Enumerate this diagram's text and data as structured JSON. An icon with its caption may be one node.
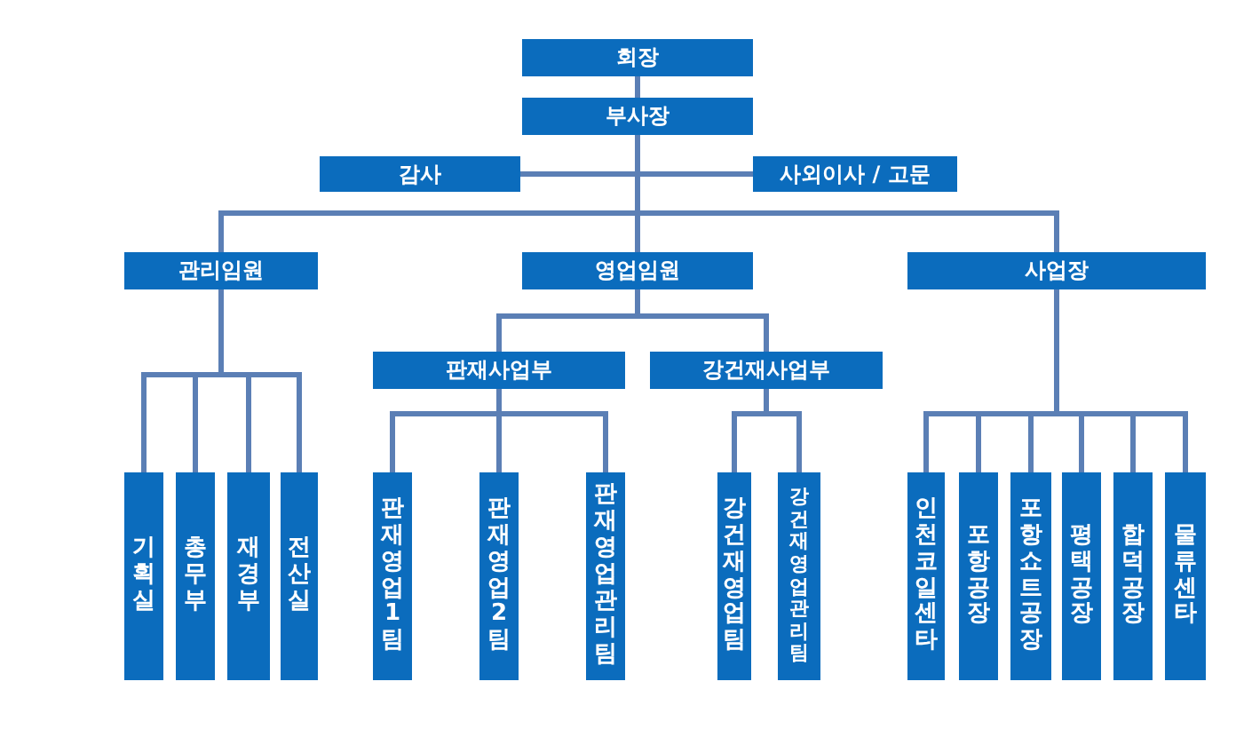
{
  "diagram": {
    "nodes": [
      {
        "text": [
          "회장"
        ]
      },
      {
        "text": [
          "부사장"
        ]
      },
      {
        "text": [
          "감사"
        ]
      },
      {
        "text": [
          "사외이사 / 고문"
        ]
      },
      {
        "text": [
          "관리임원"
        ]
      },
      {
        "text": [
          "영업임원"
        ]
      },
      {
        "text": [
          "사업장"
        ]
      },
      {
        "text": [
          "판재사업부"
        ]
      },
      {
        "text": [
          "강건재사업부"
        ]
      },
      {
        "text": [
          "기획실"
        ]
      },
      {
        "text": [
          "총무부"
        ]
      },
      {
        "text": [
          "재경부"
        ]
      },
      {
        "text": [
          "전산실"
        ]
      },
      {
        "text": [
          "판재영업1팀"
        ]
      },
      {
        "text": [
          "판재영업2팀"
        ]
      },
      {
        "text": [
          "판재영업관리팀"
        ]
      },
      {
        "text": [
          "강건재영업팀"
        ]
      },
      {
        "text": [
          "강건재영업관리팀"
        ]
      },
      {
        "text": [
          "인천코일센타"
        ]
      },
      {
        "text": [
          "포항공장"
        ]
      },
      {
        "text": [
          "포항쇼트공장"
        ]
      },
      {
        "text": [
          "평택공장"
        ]
      },
      {
        "text": [
          "합덕공장"
        ]
      },
      {
        "text": [
          "물류센타"
        ]
      }
    ],
    "edges": [
      {
        "from": 0,
        "to": 1,
        "arrow": "none"
      },
      {
        "from": 1,
        "to": 2,
        "arrow": "none"
      },
      {
        "from": 1,
        "to": 3,
        "arrow": "none"
      },
      {
        "from": 1,
        "to": 4,
        "arrow": "none"
      },
      {
        "from": 1,
        "to": 5,
        "arrow": "none"
      },
      {
        "from": 1,
        "to": 6,
        "arrow": "none"
      },
      {
        "from": 4,
        "to": 9,
        "arrow": "none"
      },
      {
        "from": 4,
        "to": 10,
        "arrow": "none"
      },
      {
        "from": 4,
        "to": 11,
        "arrow": "none"
      },
      {
        "from": 4,
        "to": 12,
        "arrow": "none"
      },
      {
        "from": 5,
        "to": 7,
        "arrow": "none"
      },
      {
        "from": 5,
        "to": 8,
        "arrow": "none"
      },
      {
        "from": 7,
        "to": 13,
        "arrow": "none"
      },
      {
        "from": 7,
        "to": 14,
        "arrow": "none"
      },
      {
        "from": 7,
        "to": 15,
        "arrow": "none"
      },
      {
        "from": 8,
        "to": 16,
        "arrow": "none"
      },
      {
        "from": 8,
        "to": 17,
        "arrow": "none"
      },
      {
        "from": 6,
        "to": 18,
        "arrow": "none"
      },
      {
        "from": 6,
        "to": 19,
        "arrow": "none"
      },
      {
        "from": 6,
        "to": 20,
        "arrow": "none"
      },
      {
        "from": 6,
        "to": 21,
        "arrow": "none"
      },
      {
        "from": 6,
        "to": 22,
        "arrow": "none"
      },
      {
        "from": 6,
        "to": 23,
        "arrow": "none"
      }
    ]
  }
}
